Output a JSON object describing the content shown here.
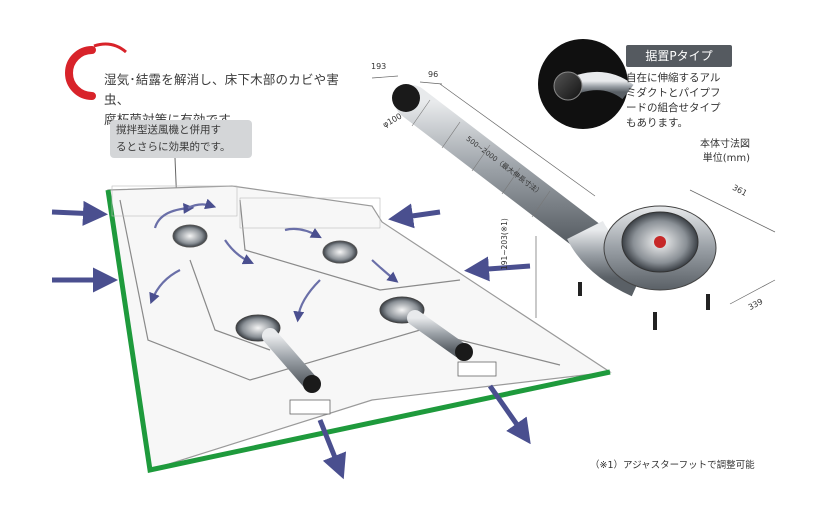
{
  "headline": {
    "line1": "湿気･結露を解消し、床下木部のカビや害虫、",
    "line2": "腐朽菌対策に有効です。"
  },
  "callout": {
    "line1": "撹拌型送風機と併用す",
    "line2": "るとさらに効果的です。"
  },
  "ptype": {
    "badge": "据置Pタイプ",
    "desc_lines": [
      "自在に伸縮するアル",
      "ミダクトとパイプフ",
      "ードの組合せタイプ",
      "もあります。"
    ]
  },
  "dimension_chart": {
    "title_line1": "本体寸法図",
    "title_line2": "単位(mm)",
    "labels": {
      "d193": "193",
      "d96": "96",
      "d100": "φ100",
      "duct": "500~2000（最大伸長寸法）",
      "d361": "361",
      "d339": "339",
      "height": "191~203(※1)"
    }
  },
  "footnote": "（※1）アジャスターフットで調整可能",
  "colors": {
    "logo_red": "#d8232a",
    "floor_green": "#1e9a3c",
    "arrow_blue": "#4a4f8f",
    "badge_bg": "#555a60"
  }
}
